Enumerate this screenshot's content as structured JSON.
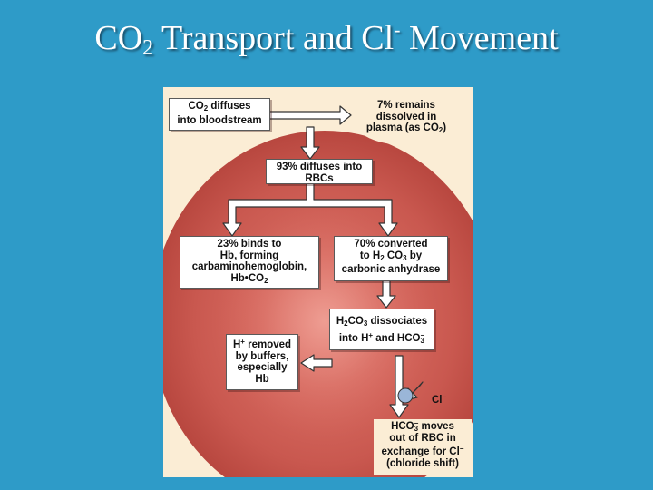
{
  "slide": {
    "title_main": "CO",
    "title_sub": "2",
    "title_mid": " Transport and Cl",
    "title_sup": "-",
    "title_end": " Movement"
  },
  "diagram": {
    "co2_diffuses": {
      "co": "CO",
      "sub": "2",
      "rest1": " diffuses",
      "line2": "into bloodstream"
    },
    "remains_plasma": {
      "line1": "7% remains",
      "line2": "dissolved in",
      "line3a": "plasma (as CO",
      "line3sub": "2",
      "line3b": ")"
    },
    "diffuses_rbc": {
      "line1": "93% diffuses into",
      "line2": "RBCs"
    },
    "binds_hb": {
      "line1": "23% binds to",
      "line2": "Hb, forming",
      "line3": "carbaminohemoglobin,",
      "line4a": "Hb",
      "line4dot": "•",
      "line4b": "CO",
      "line4sub": "2"
    },
    "converted": {
      "line1": "70% converted",
      "line2a": "to H",
      "line2sub": "2",
      "line2b": " CO",
      "line2sub2": "3",
      "line2c": " by",
      "line3": "carbonic anhydrase"
    },
    "dissociates": {
      "a": "H",
      "asub": "2",
      "b": "CO",
      "bsub": "3",
      "c": " dissociates",
      "d": "into H",
      "dsup": "+",
      "e": " and HCO",
      "esup": "−",
      "esub": "3"
    },
    "h_removed": {
      "a": "H",
      "asup": "+",
      "b": " removed",
      "line2": "by buffers,",
      "line3": "especially",
      "line4": "Hb"
    },
    "cl_label": {
      "a": "Cl",
      "sup": "−"
    },
    "hco3_moves": {
      "a": "HCO",
      "asup": "−",
      "asub": "3",
      "b": " moves",
      "line2": "out of RBC in",
      "line3a": "exchange for Cl",
      "line3sup": "−",
      "line4": "(chloride shift)"
    }
  },
  "colors": {
    "background": "#2e9bc8",
    "rbc_fill": "#c9584f",
    "arrow_fill": "#ffffff",
    "channel_fill": "#9ab6d8"
  }
}
